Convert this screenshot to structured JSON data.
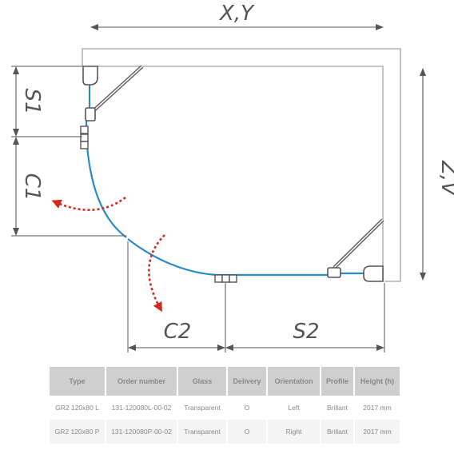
{
  "dimensions": {
    "top": "X,Y",
    "right": "Z,V",
    "s1": "S1",
    "c1": "C1",
    "c2": "C2",
    "s2": "S2"
  },
  "colors": {
    "frame": "#b3b3b3",
    "glass": "#2b8cc4",
    "arrow": "#d42a1e",
    "dimension": "#555555"
  },
  "table": {
    "headers": [
      "Type",
      "Order number",
      "Glass",
      "Delivery",
      "Orientation",
      "Profile",
      "Height (h)"
    ],
    "rows": [
      [
        "GR2 120x80 L",
        "131-120080L-00-02",
        "Transparent",
        "O",
        "Left",
        "Brillant",
        "2017 mm"
      ],
      [
        "GR2 120x80 P",
        "131-120080P-00-02",
        "Transparent",
        "O",
        "Right",
        "Brillant",
        "2017 mm"
      ]
    ]
  }
}
